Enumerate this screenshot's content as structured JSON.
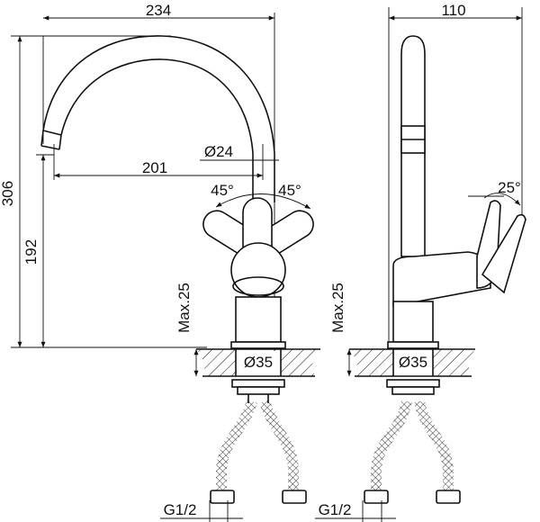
{
  "drawing": {
    "title": "",
    "dimensions": {
      "spout_reach": "234",
      "side_depth": "110",
      "total_height": "306",
      "spout_height": "192",
      "spout_outlet": "201",
      "spout_diameter": "Ø24",
      "handle_angle_left": "45°",
      "handle_angle_right": "45°",
      "side_handle_angle": "25°",
      "max_deck_front": "Max.25",
      "max_deck_side": "Max.25",
      "hole_diameter_front": "Ø35",
      "hole_diameter_side": "Ø35",
      "thread_front": "G1/2",
      "thread_side": "G1/2"
    },
    "colors": {
      "line": "#111111",
      "background": "#ffffff"
    }
  }
}
